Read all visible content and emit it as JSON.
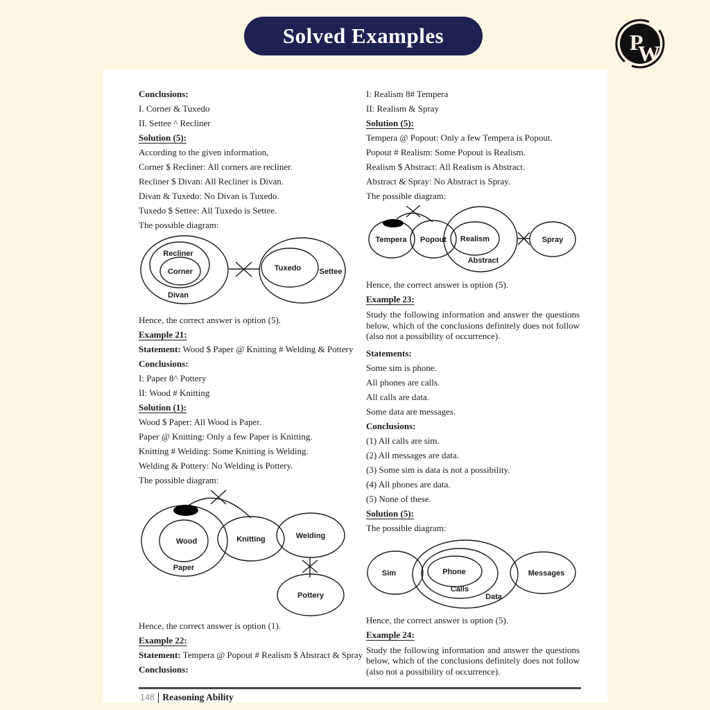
{
  "banner": {
    "title": "Solved Examples"
  },
  "logo": {
    "p": "P",
    "w": "W"
  },
  "footer": {
    "page_number": "148",
    "section": "Reasoning Ability"
  },
  "left": {
    "conclusions_label_1": "Conclusions:",
    "conclusion_1_i": "I. Corner & Tuxedo",
    "conclusion_1_ii": "II. Settee ^ Recliner",
    "solution_label_1": "Solution (5):",
    "solution_1_lines": [
      "According to the given information,",
      "Corner $ Recliner: All corners are recliner.",
      "Recliner $ Divan: All Recliner is Divan.",
      "Divan & Tuxedo: No Divan is Tuxedo.",
      "Tuxedo $ Settee: All Tuxedo is Settee.",
      "The possible diagram:"
    ],
    "diagram_1": {
      "recliner": "Recliner",
      "corner": "Corner",
      "divan": "Divan",
      "tuxedo": "Tuxedo",
      "settee": "Settee"
    },
    "hence_1": "Hence, the correct answer is option (5).",
    "example_21_label": "Example 21:",
    "statement_label": "Statement:",
    "statement_21": "Wood $ Paper @ Knitting # Welding & Pottery",
    "conclusions_label_2": "Conclusions:",
    "conclusion_2_i": "I: Paper 8^ Pottery",
    "conclusion_2_ii": "II: Wood # Knitting",
    "solution_label_2": "Solution (1):",
    "solution_2_lines": [
      "Wood $ Paper: All Wood is Paper.",
      "Paper @ Knitting: Only a few Paper is Knitting.",
      "Knitting # Welding: Some Knitting is Welding.",
      "Welding & Pottery: No Welding is Pottery.",
      "The possible diagram:"
    ],
    "diagram_2": {
      "wood": "Wood",
      "paper": "Paper",
      "knitting": "Knitting",
      "welding": "Welding",
      "pottery": "Pottery"
    },
    "hence_2": "Hence, the correct answer is option (1).",
    "example_22_label": "Example 22:",
    "statement_22": "Tempera @ Popout # Realism $ Abstract & Spray",
    "conclusions_label_3": "Conclusions:"
  },
  "right": {
    "conclusion_22_i": "I: Realism 8# Tempera",
    "conclusion_22_ii": "II: Realism & Spray",
    "solution_label_22": "Solution (5):",
    "solution_22_lines": [
      "Tempera @ Popout: Only a few Tempera is Popout.",
      "Popout # Realism: Some Popout is Realism.",
      "Realism $ Abstract: All Realism is Abstract.",
      "Abstract & Spray: No Abstract is Spray.",
      "The possible diagram:"
    ],
    "diagram_3": {
      "tempera": "Tempera",
      "popout": "Popout",
      "realism": "Realism",
      "abstract": "Abstract",
      "spray": "Spray"
    },
    "hence_3": "Hence, the correct answer is option (5).",
    "example_23_label": "Example 23:",
    "example_23_intro": "Study the following information and answer the questions below, which of the conclusions definitely does not follow (also not a possibility of occurrence).",
    "statements_label": "Statements:",
    "statements_23": [
      "Some sim is phone.",
      "All phones are calls.",
      "All calls are data.",
      "Some data are messages."
    ],
    "conclusions_label_23": "Conclusions:",
    "conclusions_23": [
      "(1) All calls are sim.",
      "(2) All messages are data.",
      "(3) Some sim is data is not a possibility.",
      "(4) All phones are data.",
      "(5) None of these."
    ],
    "solution_label_23": "Solution (5):",
    "possible_diagram_label": "The possible diagram:",
    "diagram_4": {
      "sim": "Sim",
      "phone": "Phone",
      "calls": "Calls",
      "data": "Data",
      "messages": "Messages"
    },
    "hence_4": "Hence, the correct answer is option (5).",
    "example_24_label": "Example 24:",
    "example_24_intro": "Study the following information and answer the questions below, which of the conclusions definitely does not follow (also not a possibility of occurrence)."
  }
}
